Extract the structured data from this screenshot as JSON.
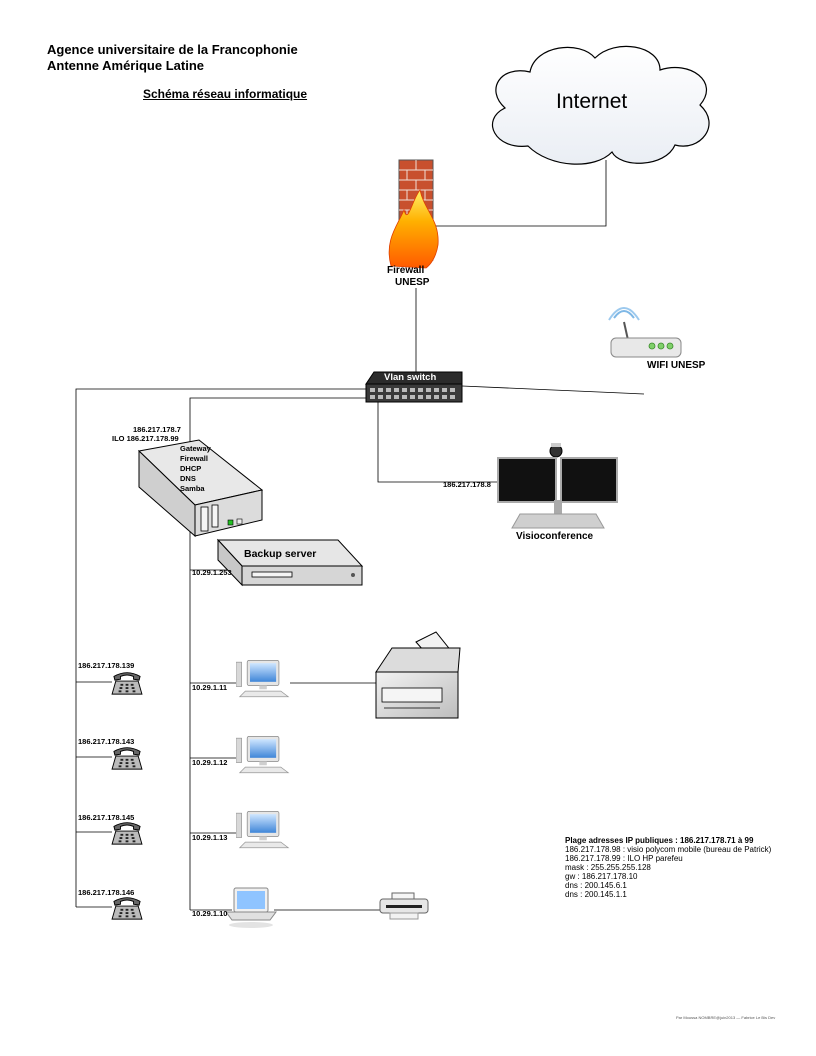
{
  "header": {
    "org_line1": "Agence universitaire de la Francophonie",
    "org_line2": "Antenne Amérique Latine",
    "title": "Schéma réseau informatique"
  },
  "nodes": {
    "internet": "Internet",
    "firewall_icon_text": "Firewall",
    "firewall_label": "UNESP",
    "switch": "Vlan switch",
    "wifi": "WIFI UNESP",
    "server_ip1": "186.217.178.7",
    "server_ip2": "ILO 186.217.178.99",
    "server_roles": [
      "Gateway",
      "Firewall",
      "DHCP",
      "DNS",
      "Samba"
    ],
    "visio_ip": "186.217.178.8",
    "visio": "Visioconference",
    "backup": "Backup server",
    "backup_ip": "10.29.1.253"
  },
  "phones": [
    "186.217.178.139",
    "186.217.178.143",
    "186.217.178.145",
    "186.217.178.146"
  ],
  "computers": [
    "10.29.1.11",
    "10.29.1.12",
    "10.29.1.13",
    "10.29.1.10"
  ],
  "info": {
    "heading": "Plage adresses IP publiques : 186.217.178.71 à 99",
    "lines": [
      "186.217.178.98 : visio polycom mobile (bureau de Patrick)",
      "186.217.178.99 : ILO HP parefeu",
      "mask : 255.255.255.128",
      "gw : 186.217.178.10",
      "dns : 200.145.6.1",
      "dns : 200.145.1.1"
    ]
  },
  "footer": "Par Moussa NOMBRE@juin2013 — Fabrice Le Bis Dev"
}
